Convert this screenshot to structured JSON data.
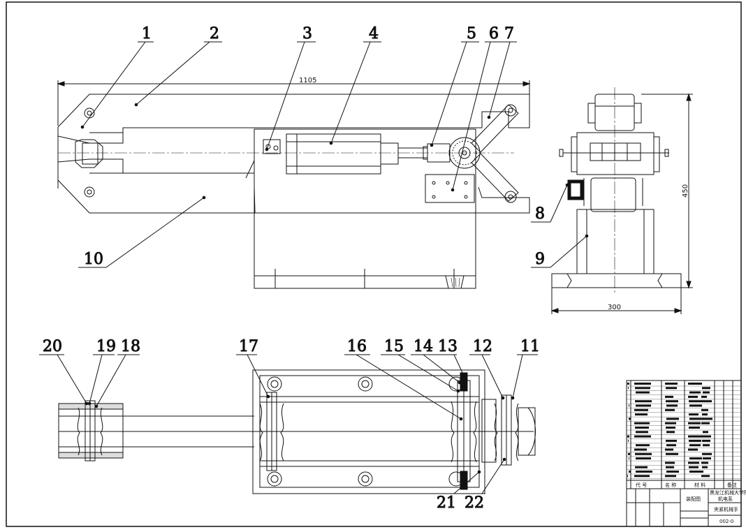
{
  "balloons": [
    "1",
    "2",
    "3",
    "4",
    "5",
    "6",
    "7",
    "8",
    "9",
    "10",
    "11",
    "12",
    "13",
    "14",
    "15",
    "16",
    "17",
    "18",
    "19",
    "20",
    "21",
    "22"
  ],
  "dimensions": {
    "overall_length": "1105",
    "height": "450",
    "base_width": "300"
  },
  "title_block": {
    "col_code": "代 号",
    "col_name": "名 称",
    "col_material": "材 料",
    "col_remark": "备注",
    "school": "黑龙江机械大学院",
    "department": "机电系",
    "scale_label": "装配图",
    "drawing_name": "夹紧机械手",
    "drawing_number": "002-0"
  }
}
